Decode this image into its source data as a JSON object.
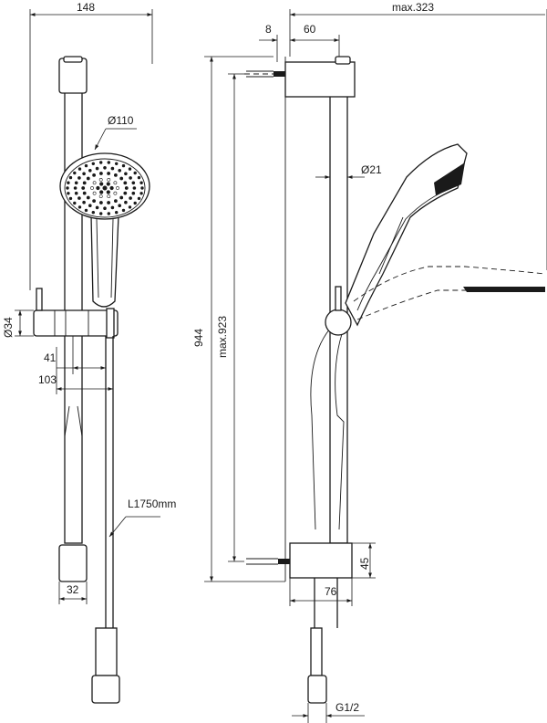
{
  "dimensions": {
    "overall_width": "148",
    "head_diameter": "Ø110",
    "holder_diameter": "Ø34",
    "offset_41": "41",
    "offset_103": "103",
    "hose_length": "L1750mm",
    "bracket_32": "32",
    "max_depth": "max.323",
    "wall_gap": "8",
    "bracket_depth": "60",
    "rail_diameter": "Ø21",
    "overall_height": "944",
    "max_height": "max.923",
    "bracket_height": "45",
    "bracket_76": "76",
    "thread": "G1/2"
  },
  "colors": {
    "line": "#1a1a1a",
    "background": "#ffffff"
  }
}
